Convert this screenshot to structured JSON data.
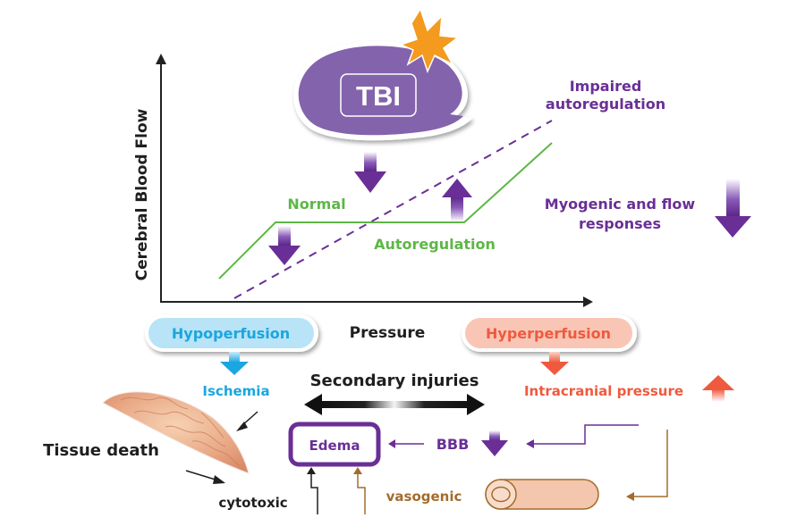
{
  "colors": {
    "purple": "#6a2f96",
    "bubble_purple": "#8463ad",
    "green": "#5db746",
    "blue": "#1aa6e0",
    "blue_pill": "#b9e3f6",
    "red": "#ef5a3e",
    "red_pill": "#f9c6b6",
    "brown": "#a36c2d",
    "vessel_fill": "#f3c6ad",
    "black": "#1f1f1f",
    "burst_orange": "#f39a1f"
  },
  "graph": {
    "y_axis_label": "Cerebral Blood Flow",
    "x_axis_label": "Pressure",
    "curves": [
      {
        "name": "Normal autoregulation",
        "style": "solid",
        "color": "green"
      },
      {
        "name": "Impaired autoregulation",
        "style": "dashed",
        "color": "purple"
      }
    ]
  },
  "tbi": {
    "label": "TBI"
  },
  "labels": {
    "impaired_line1": "Impaired",
    "impaired_line2": "autoregulation",
    "normal": "Normal",
    "autoregulation": "Autoregulation",
    "myogenic_line1": "Myogenic and flow",
    "myogenic_line2": "responses",
    "hypoperfusion": "Hypoperfusion",
    "hyperperfusion": "Hyperperfusion",
    "ischemia": "Ischemia",
    "secondary_injuries": "Secondary injuries",
    "intracranial_pressure": "Intracranial pressure",
    "tissue_death": "Tissue death",
    "edema": "Edema",
    "bbb": "BBB",
    "cytotoxic": "cytotoxic",
    "vasogenic": "vasogenic"
  }
}
